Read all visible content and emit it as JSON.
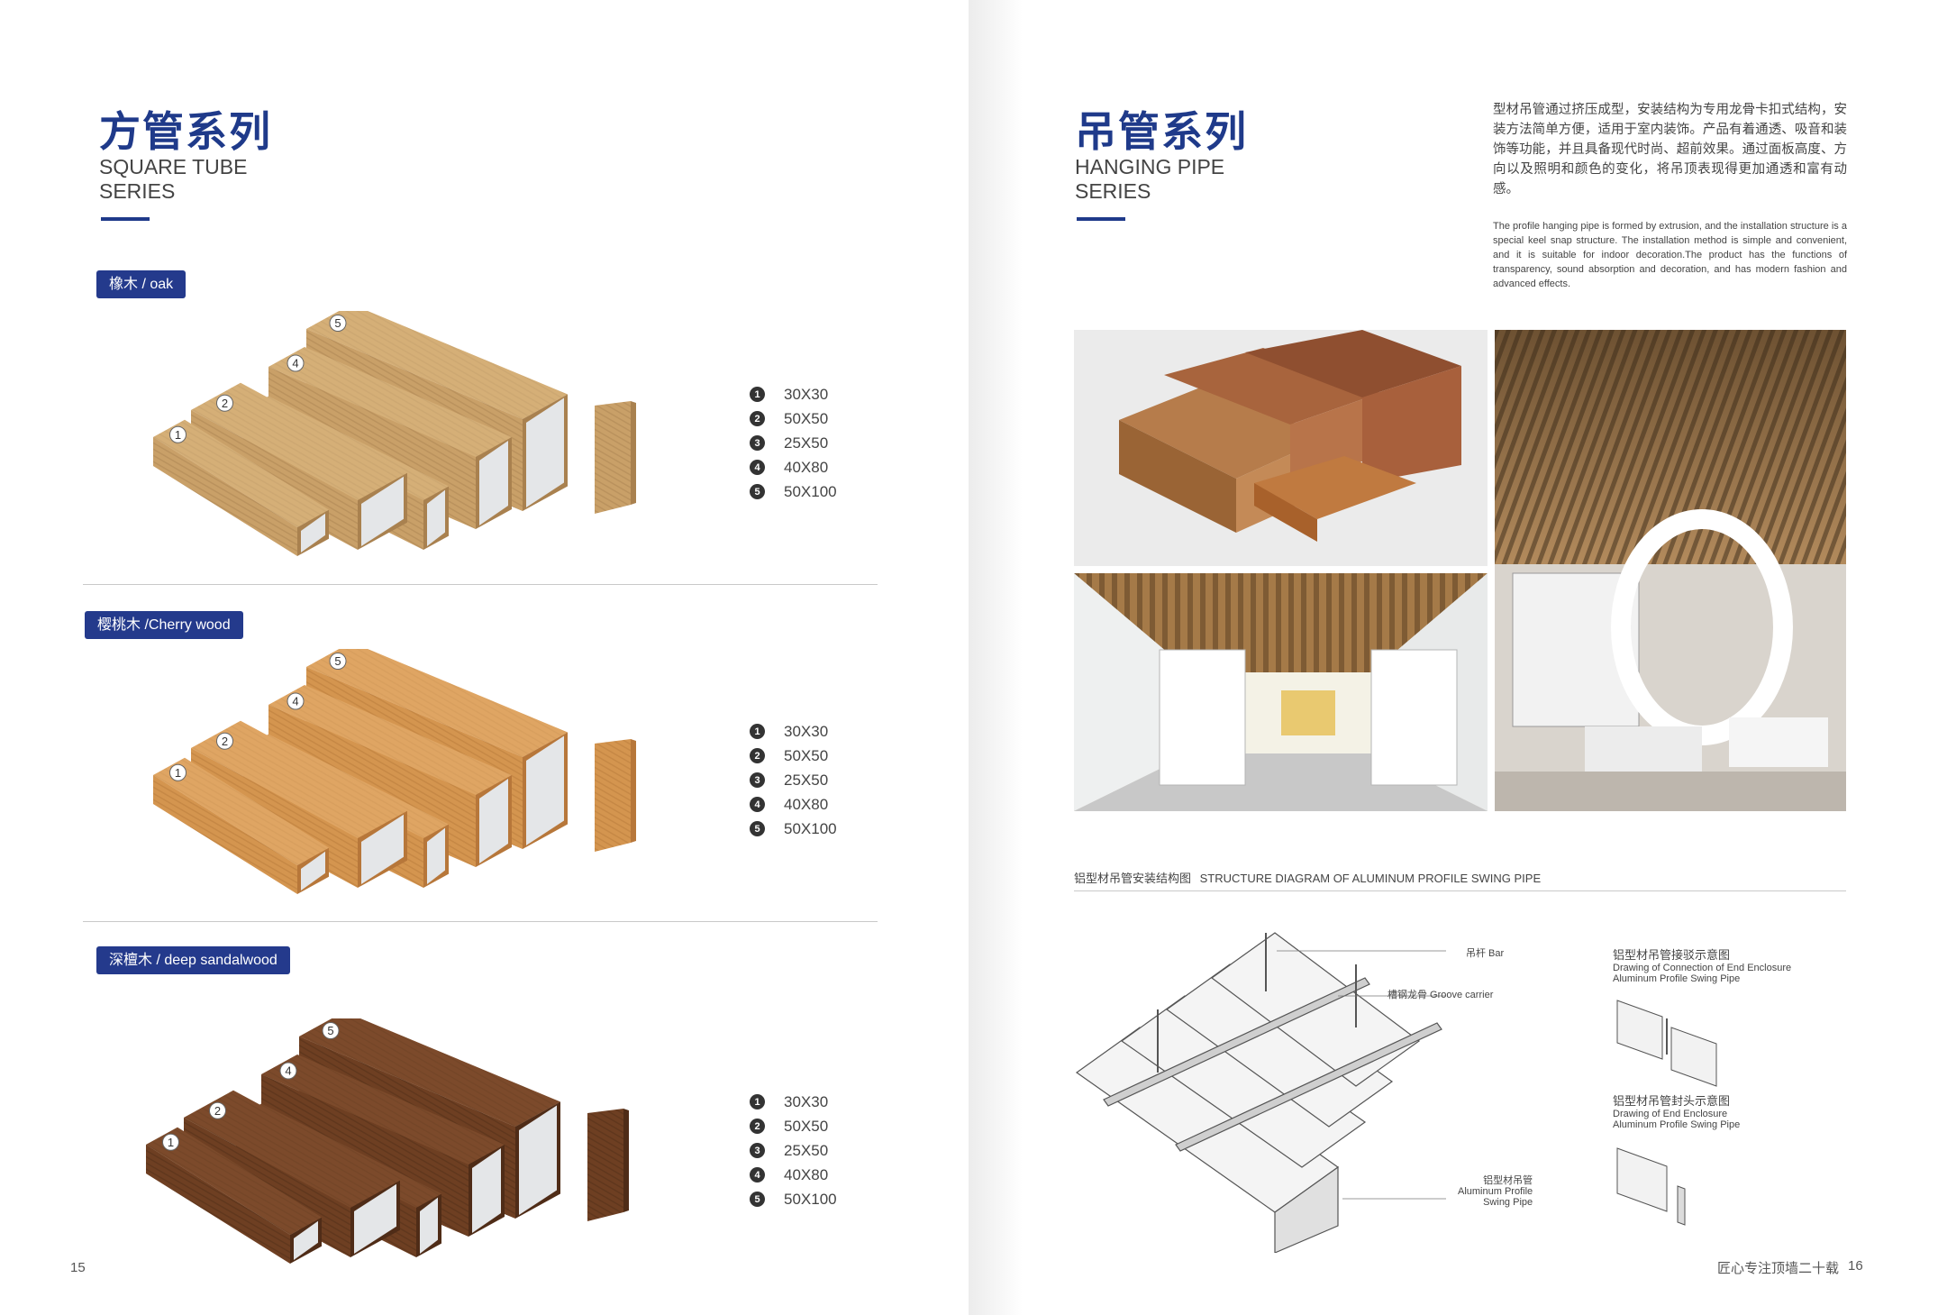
{
  "left_page": {
    "title_cn": "方管系列",
    "title_en": "SQUARE TUBE\n SERIES",
    "page_number": "15",
    "sections": [
      {
        "label": "橡木 / oak",
        "color_light": "#e0bd86",
        "color_mid": "#c9a068",
        "color_dark": "#a9814f",
        "specs": [
          {
            "num": "1",
            "size": "30X30"
          },
          {
            "num": "2",
            "size": "50X50"
          },
          {
            "num": "3",
            "size": "25X50"
          },
          {
            "num": "4",
            "size": "40X80"
          },
          {
            "num": "5",
            "size": "50X100"
          }
        ]
      },
      {
        "label": "樱桃木 /Cherry wood",
        "color_light": "#eab577",
        "color_mid": "#d4954f",
        "color_dark": "#b7773a",
        "specs": [
          {
            "num": "1",
            "size": "30X30"
          },
          {
            "num": "2",
            "size": "50X50"
          },
          {
            "num": "3",
            "size": "25X50"
          },
          {
            "num": "4",
            "size": "40X80"
          },
          {
            "num": "5",
            "size": "50X100"
          }
        ]
      },
      {
        "label": "深檀木 / deep sandalwood",
        "color_light": "#8a5633",
        "color_mid": "#6e3f22",
        "color_dark": "#4f2c17",
        "specs": [
          {
            "num": "1",
            "size": "30X30"
          },
          {
            "num": "2",
            "size": "50X50"
          },
          {
            "num": "3",
            "size": "25X50"
          },
          {
            "num": "4",
            "size": "40X80"
          },
          {
            "num": "5",
            "size": "50X100"
          }
        ]
      }
    ]
  },
  "right_page": {
    "title_cn": "吊管系列",
    "title_en": "HANGING PIPE\nSERIES",
    "description_cn": "型材吊管通过挤压成型，安装结构为专用龙骨卡扣式结构，安装方法简单方便，适用于室内装饰。产品有着通透、吸音和装饰等功能，并且具备现代时尚、超前效果。通过面板高度、方向以及照明和颜色的变化，将吊顶表现得更加通透和富有动感。",
    "description_en": "The profile hanging pipe is formed by extrusion, and the installation structure is a special keel snap structure. The installation method is simple and convenient, and it is suitable for indoor decoration.The product has the functions of transparency, sound absorption and decoration, and has modern fashion and advanced effects.",
    "diagram_title_cn": "铝型材吊管安装结构图",
    "diagram_title_en": "STRUCTURE DIAGRAM OF ALUMINUM PROFILE SWING PIPE",
    "labels": {
      "bar": "吊杆  Bar",
      "groove": "槽钢龙骨  Groove carrier",
      "pipe_cn": "铝型材吊管",
      "pipe_en1": "Aluminum Profile",
      "pipe_en2": "Swing Pipe"
    },
    "connection": {
      "cn": "铝型材吊管接驳示意图",
      "en1": "Drawing of Connection of End Enclosure",
      "en2": "Aluminum Profile Swing Pipe"
    },
    "enclosure": {
      "cn": "铝型材吊管封头示意图",
      "en1": "Drawing of End Enclosure",
      "en2": "Aluminum Profile Swing Pipe"
    },
    "footer_slogan": "匠心专注顶墙二十载",
    "page_number": "16"
  },
  "colors": {
    "brand_blue": "#1f3a8a",
    "tag_blue": "#243a8c"
  }
}
